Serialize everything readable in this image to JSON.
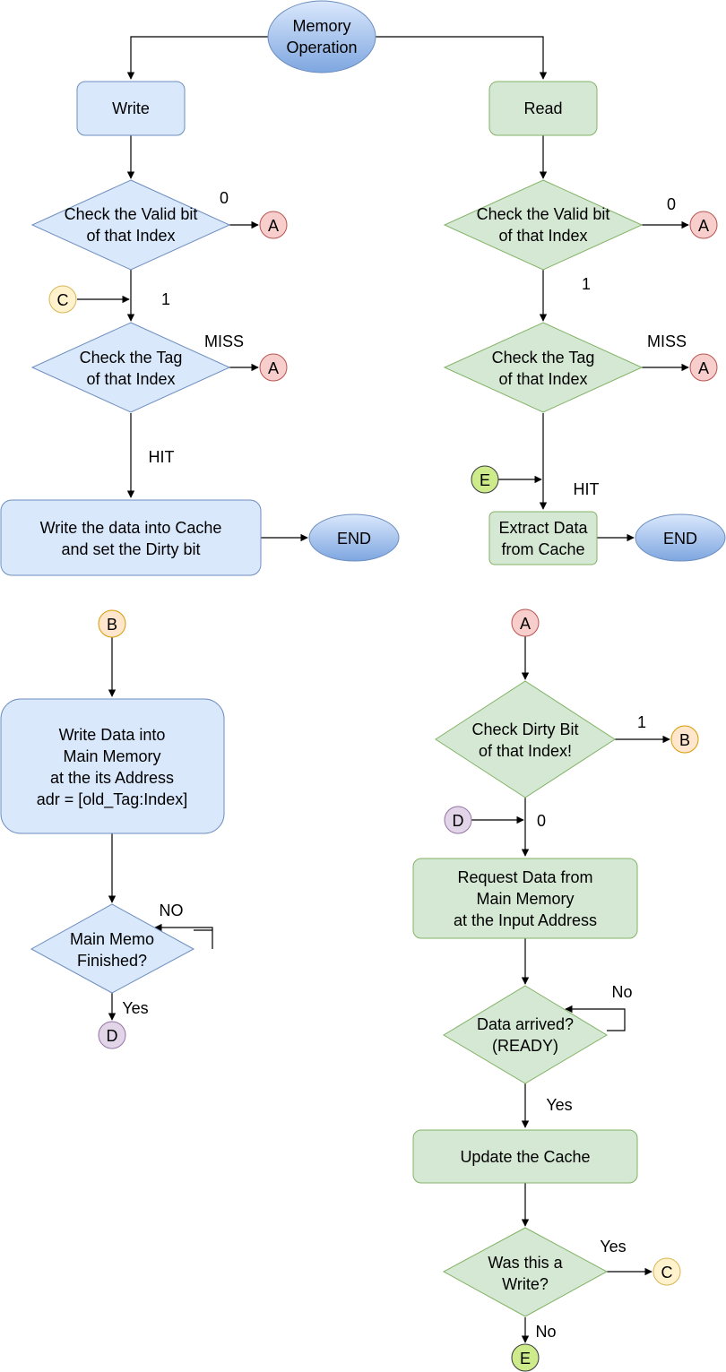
{
  "colors": {
    "write_fill": "#dae8fc",
    "write_stroke": "#6c8ebf",
    "read_fill": "#d5e8d4",
    "read_stroke": "#82b366",
    "connector_a": "#f8cecc",
    "connector_b": "#ffe6cc",
    "connector_c": "#fff2cc",
    "connector_d": "#e1d5e7",
    "connector_e": "#cdeb8b",
    "ellipse_gradient_top": "#dae8fc",
    "ellipse_gradient_bottom": "#7ea6e0"
  },
  "nodes": {
    "start": [
      "Memory",
      "Operation"
    ],
    "write": "Write",
    "read": "Read",
    "w_valid": [
      "Check the Valid bit",
      "of that Index"
    ],
    "w_tag": [
      "Check the Tag",
      "of that Index"
    ],
    "w_write_cache": [
      "Write the data into Cache",
      "and set the Dirty bit"
    ],
    "w_end": "END",
    "r_valid": [
      "Check the Valid bit",
      "of that Index"
    ],
    "r_tag": [
      "Check the Tag",
      "of that Index"
    ],
    "r_extract": [
      "Extract Data",
      "from Cache"
    ],
    "r_end": "END",
    "wb_write_mem": [
      "Write Data into",
      "Main Memory",
      "at the its Address",
      "adr = [old_Tag:Index]"
    ],
    "wb_finished": [
      "Main Memo",
      "Finished?"
    ],
    "m_dirty": [
      "Check Dirty Bit",
      "of that Index!"
    ],
    "m_request": [
      "Request Data from",
      "Main Memory",
      "at the Input Address"
    ],
    "m_arrived": [
      "Data arrived?",
      "(READY)"
    ],
    "m_update": "Update the Cache",
    "m_was_write": [
      "Was this a",
      "Write?"
    ]
  },
  "connectors": {
    "a": "A",
    "b": "B",
    "c": "C",
    "d": "D",
    "e": "E"
  },
  "edge_labels": {
    "w_valid_zero": "0",
    "w_valid_one": "1",
    "w_tag_miss": "MISS",
    "w_tag_hit": "HIT",
    "r_valid_zero": "0",
    "r_valid_one": "1",
    "r_tag_miss": "MISS",
    "r_tag_hit": "HIT",
    "wb_no": "NO",
    "wb_yes": "Yes",
    "m_dirty_one": "1",
    "m_dirty_zero": "0",
    "m_arrived_no": "No",
    "m_arrived_yes": "Yes",
    "m_write_yes": "Yes",
    "m_write_no": "No"
  }
}
